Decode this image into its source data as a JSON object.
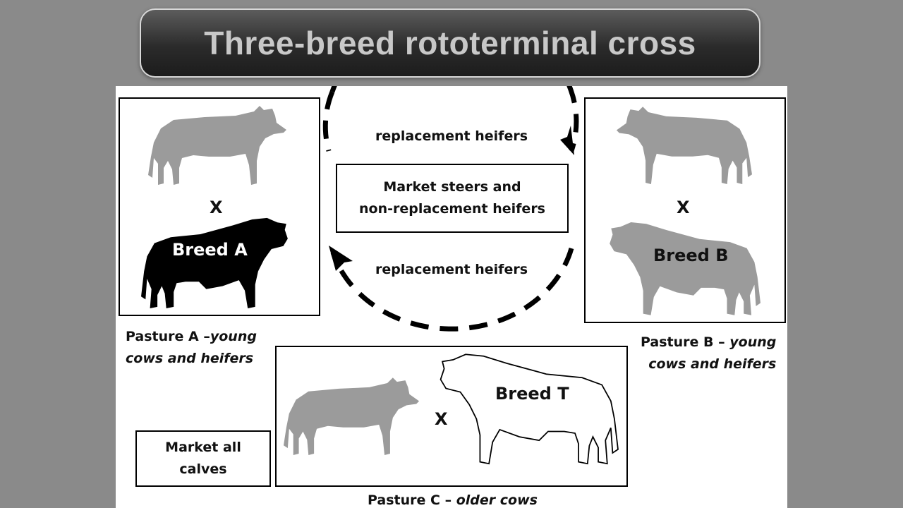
{
  "title": "Three-breed rototerminal cross",
  "cycle": {
    "top_arrow_label": "replacement heifers",
    "bottom_arrow_label": "replacement heifers",
    "center_label_line1": "Market steers and",
    "center_label_line2": "non-replacement heifers"
  },
  "pasture_a": {
    "cross_symbol": "X",
    "sire_breed": "Breed A",
    "caption_prefix": "Pasture A –",
    "caption_italic_1": "young",
    "caption_italic_2": "cows and heifers"
  },
  "pasture_b": {
    "cross_symbol": "X",
    "sire_breed": "Breed B",
    "caption_prefix": "Pasture B –",
    "caption_italic_1": "young",
    "caption_italic_2": "cows and heifers"
  },
  "pasture_c": {
    "cross_symbol": "X",
    "sire_breed": "Breed T",
    "caption_prefix": "Pasture C –",
    "caption_italic": "older cows"
  },
  "market_all": {
    "line1": "Market all",
    "line2": "calves"
  },
  "colors": {
    "background": "#8a8a8a",
    "cow_gray": "#9b9b9b",
    "bull_black": "#000000",
    "title_text": "#c8c8c8"
  }
}
